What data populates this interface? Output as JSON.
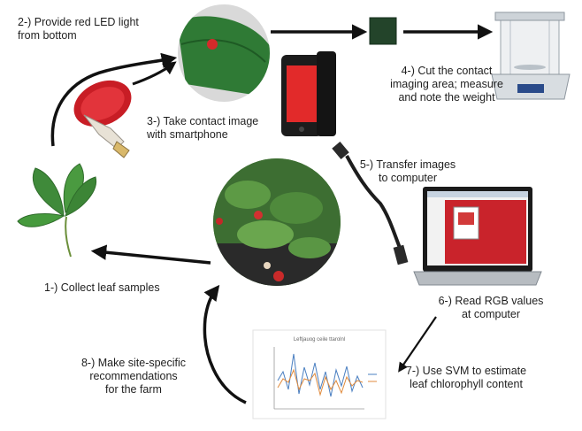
{
  "steps": {
    "s1": "1-) Collect leaf samples",
    "s2": "2-) Provide red LED light\nfrom bottom",
    "s3": "3-) Take contact image\nwith smartphone",
    "s4": "4-) Cut the contact\nimaging area; measure\nand note the weight",
    "s5": "5-) Transfer images\nto computer",
    "s6": "6-) Read RGB values\nat computer",
    "s7": "7-) Use SVM to estimate\nleaf chlorophyll content",
    "s8": "8-) Make site-specific\nrecommendations\nfor the farm"
  },
  "chart": {
    "title": "Leftjauog ceile ttarolnl"
  },
  "icons": [
    "strawberry-leaf-icon",
    "red-led-bulb-icon",
    "leaf-contact-image-icon",
    "smartphone-icon",
    "leaf-sample-square-icon",
    "analytical-balance-icon",
    "usb-cable-icon",
    "laptop-icon",
    "strawberry-field-photo-icon",
    "svm-line-chart-icon"
  ]
}
